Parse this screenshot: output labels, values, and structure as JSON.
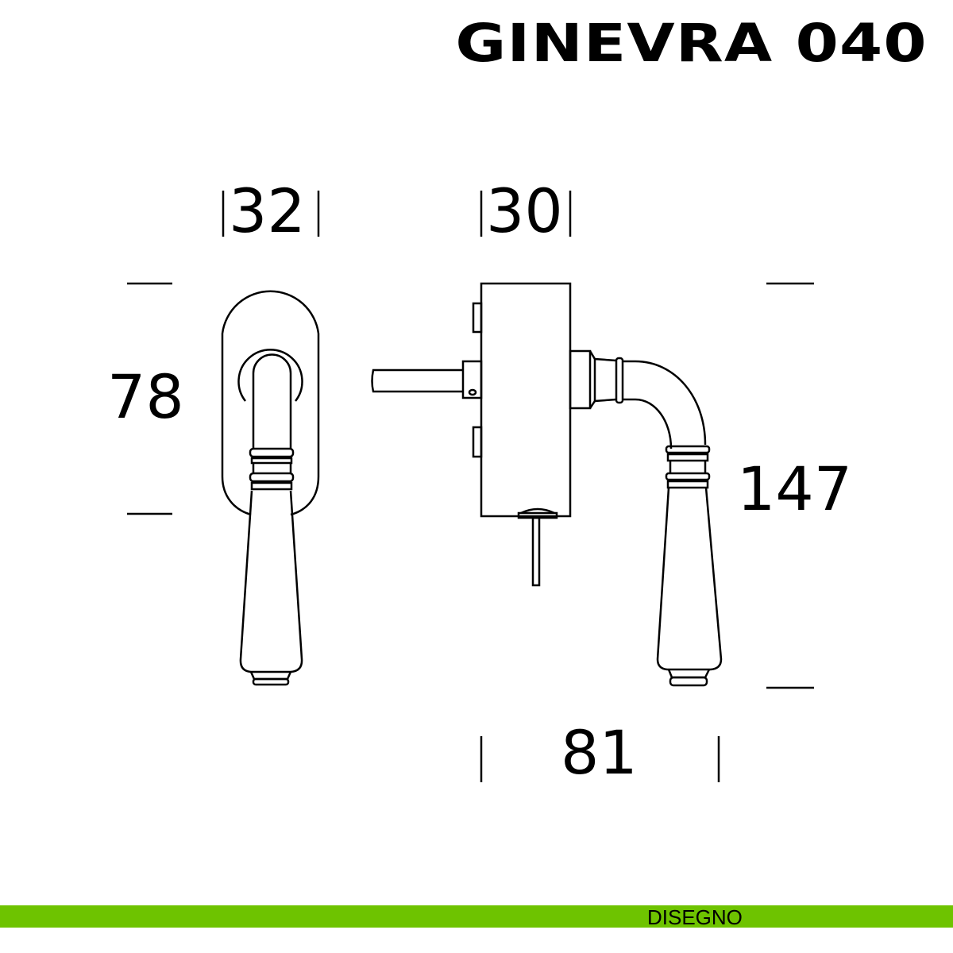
{
  "title": "GINEVRA 040",
  "dimensions": {
    "front_width": "32",
    "side_depth": "30",
    "rosette_height": "78",
    "total_height": "147",
    "projection": "81"
  },
  "footer": {
    "label": "DISEGNO",
    "color": "#6ec300"
  }
}
